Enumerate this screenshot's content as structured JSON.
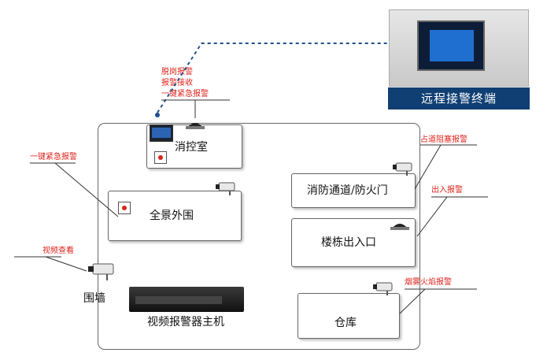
{
  "terminal": {
    "title": "远程接警终端",
    "icon": "alarm-terminal-icon"
  },
  "floor_plan": {
    "rooms": {
      "control_room": "消控室",
      "perimeter": "全景外围",
      "fire_passage": "消防通道/防火门",
      "building_entrance": "楼栋出入口",
      "warehouse": "仓库"
    },
    "perimeter_wall": "围墙",
    "host_caption": "视频报警器主机"
  },
  "annotations": {
    "control_room": [
      "脱岗报警",
      "报警接收",
      "一键紧急报警"
    ],
    "perimeter": "一键紧急报警",
    "wall": "视频查看",
    "fire_passage": "占道阻塞报警",
    "building_entrance": "出入报警",
    "warehouse": "烟雾火焰报警"
  },
  "colors": {
    "annotation": "#e0231c",
    "dashed_link": "#1f4e8c",
    "terminal_banner": "#0f3f73"
  }
}
